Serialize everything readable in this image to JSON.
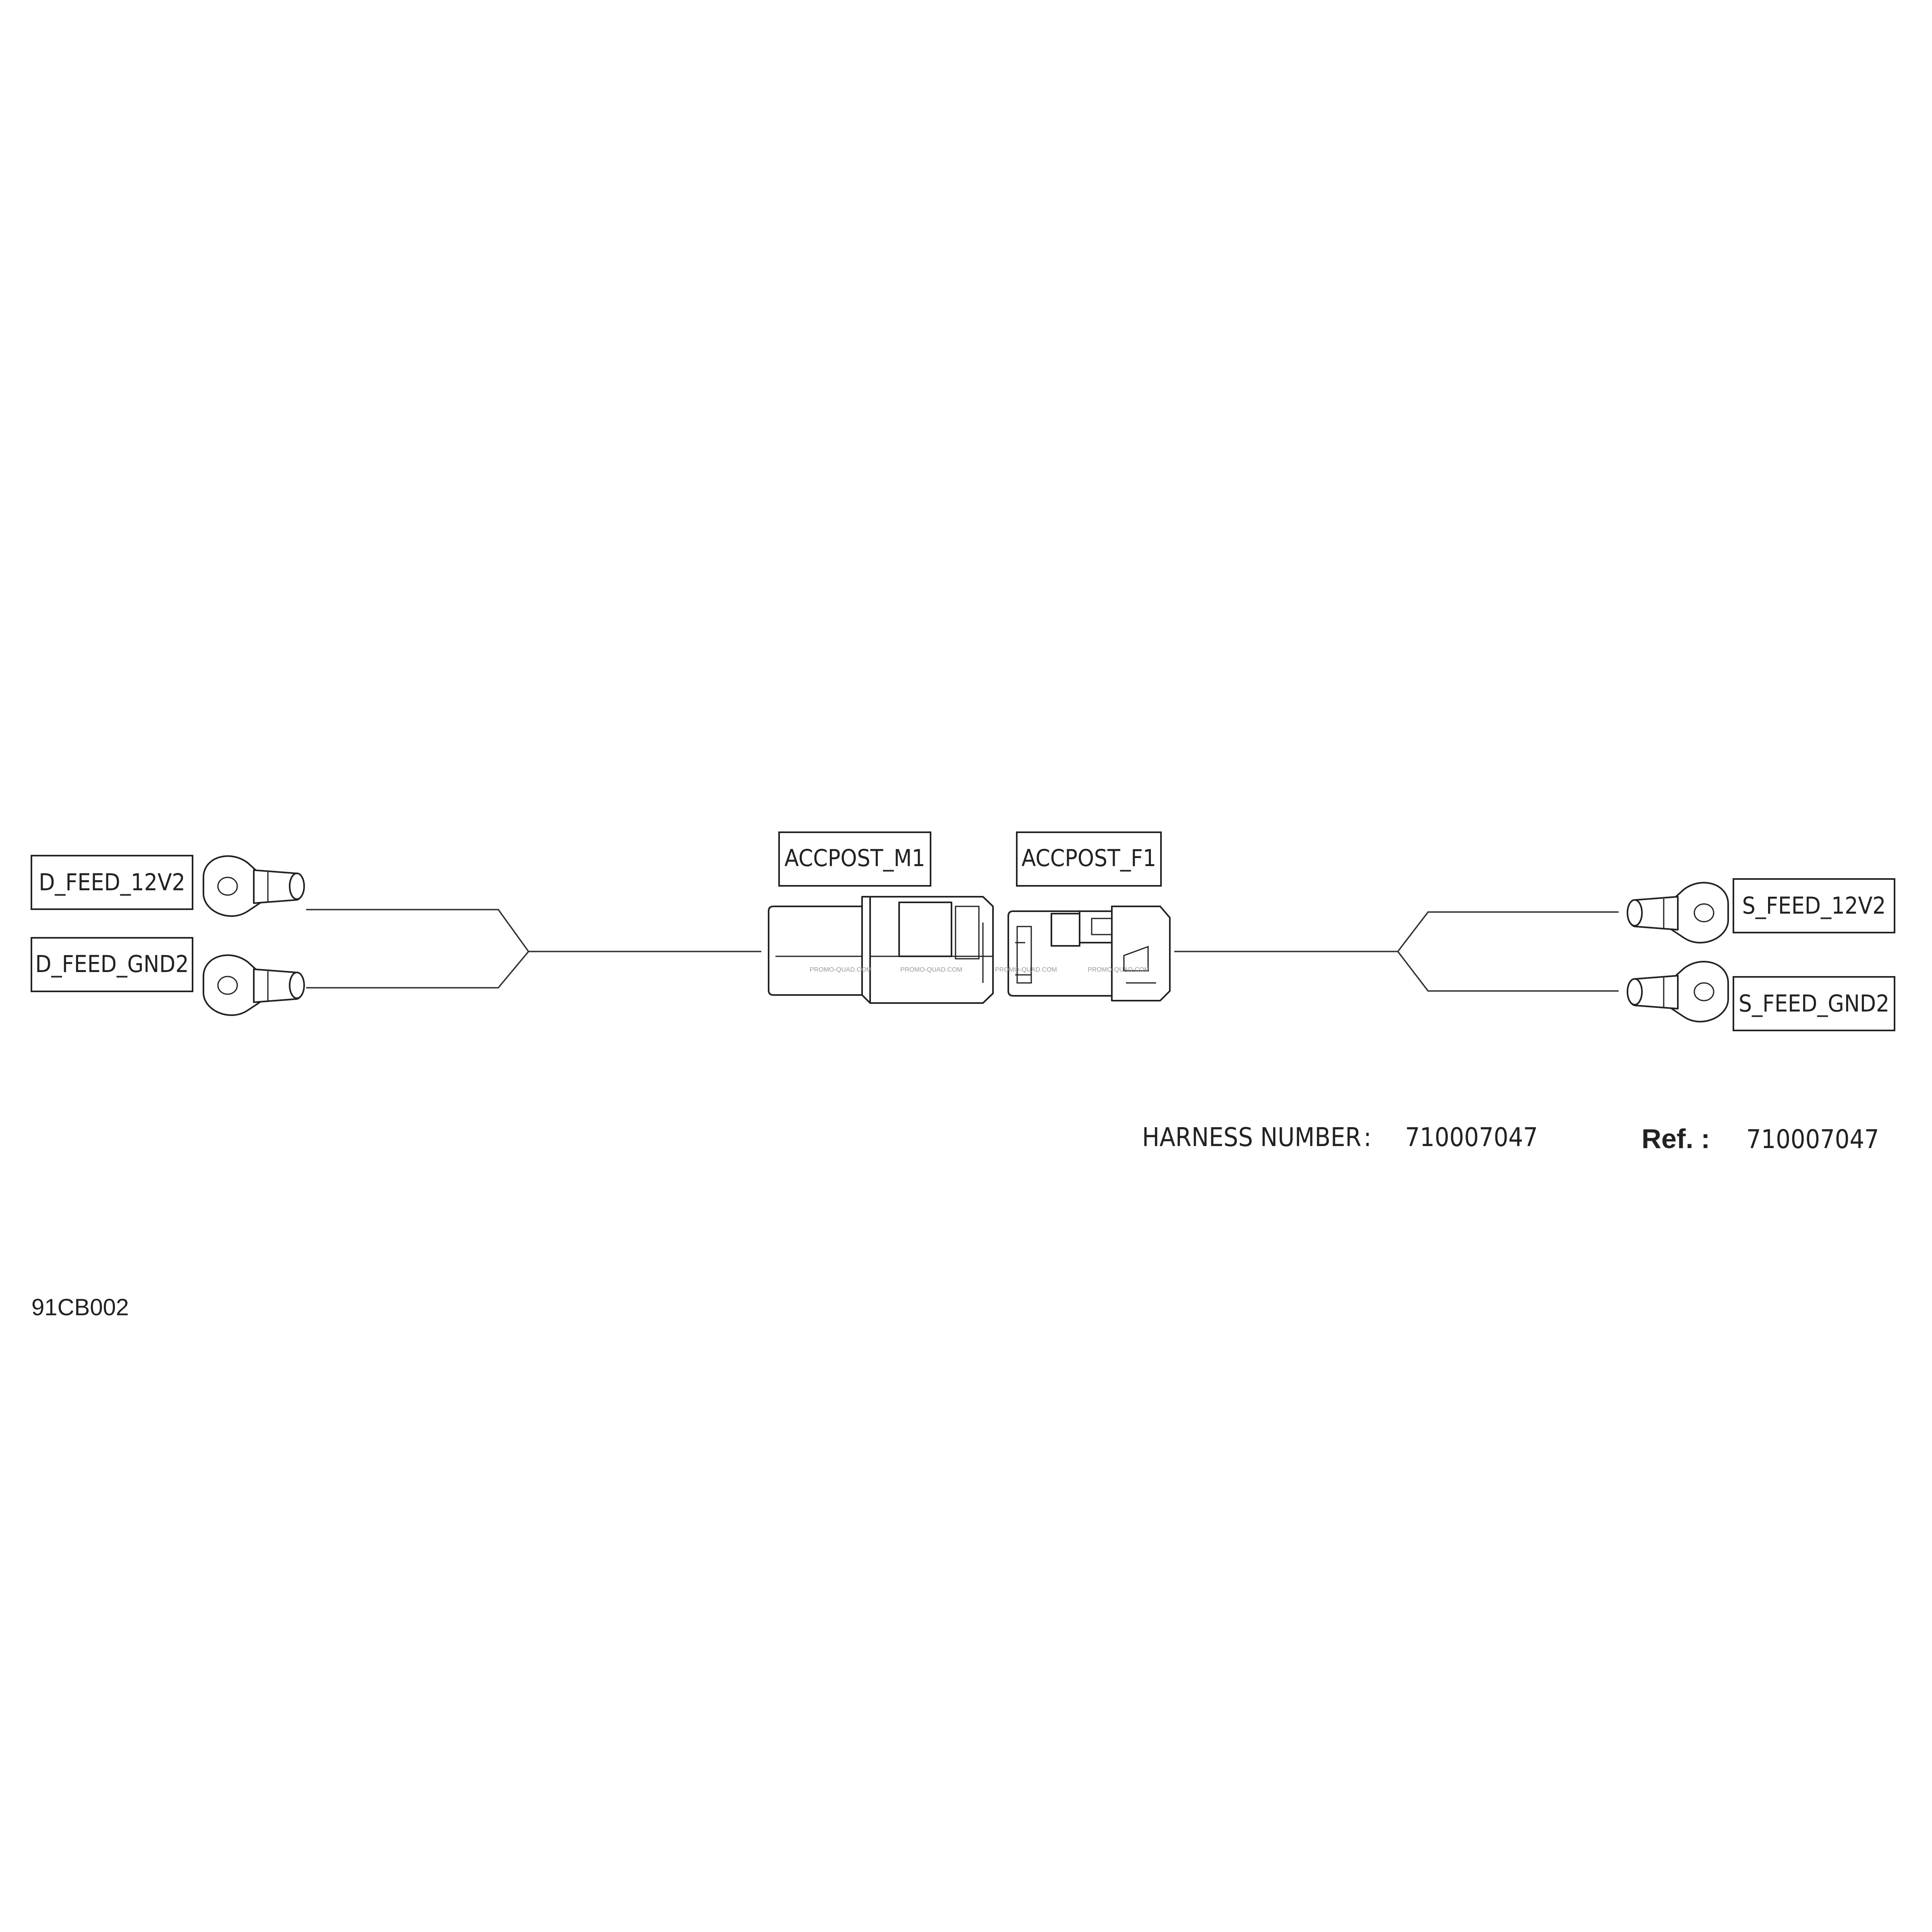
{
  "labels": {
    "d_feed_12v2": "D_FEED_12V2",
    "d_feed_gnd2": "D_FEED_GND2",
    "accpost_m1": "ACCPOST_M1",
    "accpost_f1": "ACCPOST_F1",
    "s_feed_12v2": "S_FEED_12V2",
    "s_feed_gnd2": "S_FEED_GND2"
  },
  "harness": {
    "label": "HARNESS NUMBER",
    "separator": ":",
    "number": "710007047"
  },
  "ref": {
    "label": "Ref. :",
    "number": "710007047"
  },
  "figure_code": "91CB002",
  "watermark": "PROMO-QUAD.COM"
}
